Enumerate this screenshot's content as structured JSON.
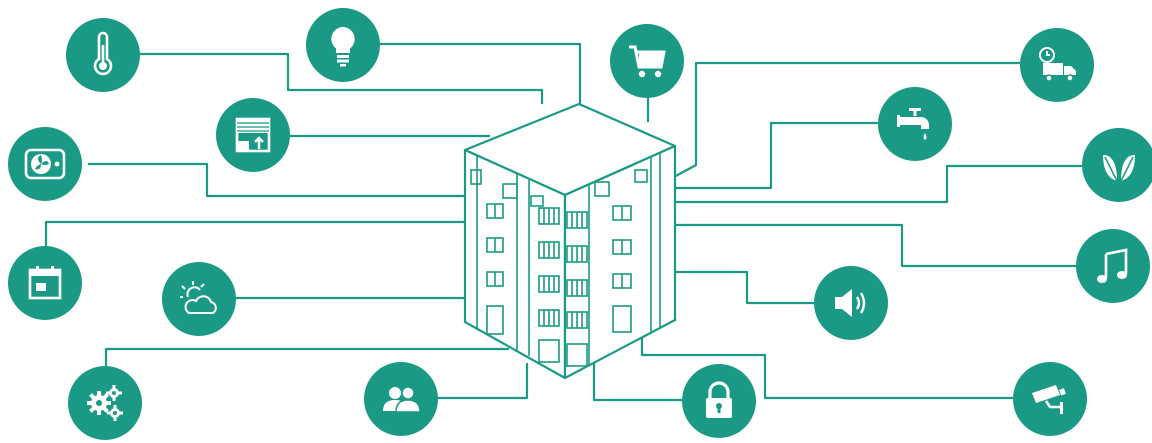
{
  "colors": {
    "accent": "#1a9a84",
    "line": "#1a9a84",
    "icon_fg": "#ffffff"
  },
  "center": {
    "icon": "apartment-building-icon"
  },
  "nodes": [
    {
      "id": "thermometer",
      "icon": "thermometer-icon"
    },
    {
      "id": "light",
      "icon": "light-bulb-icon"
    },
    {
      "id": "shopping",
      "icon": "shopping-cart-icon"
    },
    {
      "id": "delivery",
      "icon": "delivery-truck-clock-icon"
    },
    {
      "id": "blinds",
      "icon": "window-blinds-icon"
    },
    {
      "id": "water",
      "icon": "water-tap-icon"
    },
    {
      "id": "ventilation",
      "icon": "ventilation-fan-icon"
    },
    {
      "id": "eco",
      "icon": "leaf-icon"
    },
    {
      "id": "calendar",
      "icon": "calendar-icon"
    },
    {
      "id": "weather",
      "icon": "weather-sun-cloud-icon"
    },
    {
      "id": "music",
      "icon": "music-note-icon"
    },
    {
      "id": "sound",
      "icon": "speaker-volume-icon"
    },
    {
      "id": "settings",
      "icon": "gears-icon"
    },
    {
      "id": "users",
      "icon": "users-icon"
    },
    {
      "id": "security",
      "icon": "padlock-icon"
    },
    {
      "id": "camera",
      "icon": "security-camera-icon"
    }
  ]
}
